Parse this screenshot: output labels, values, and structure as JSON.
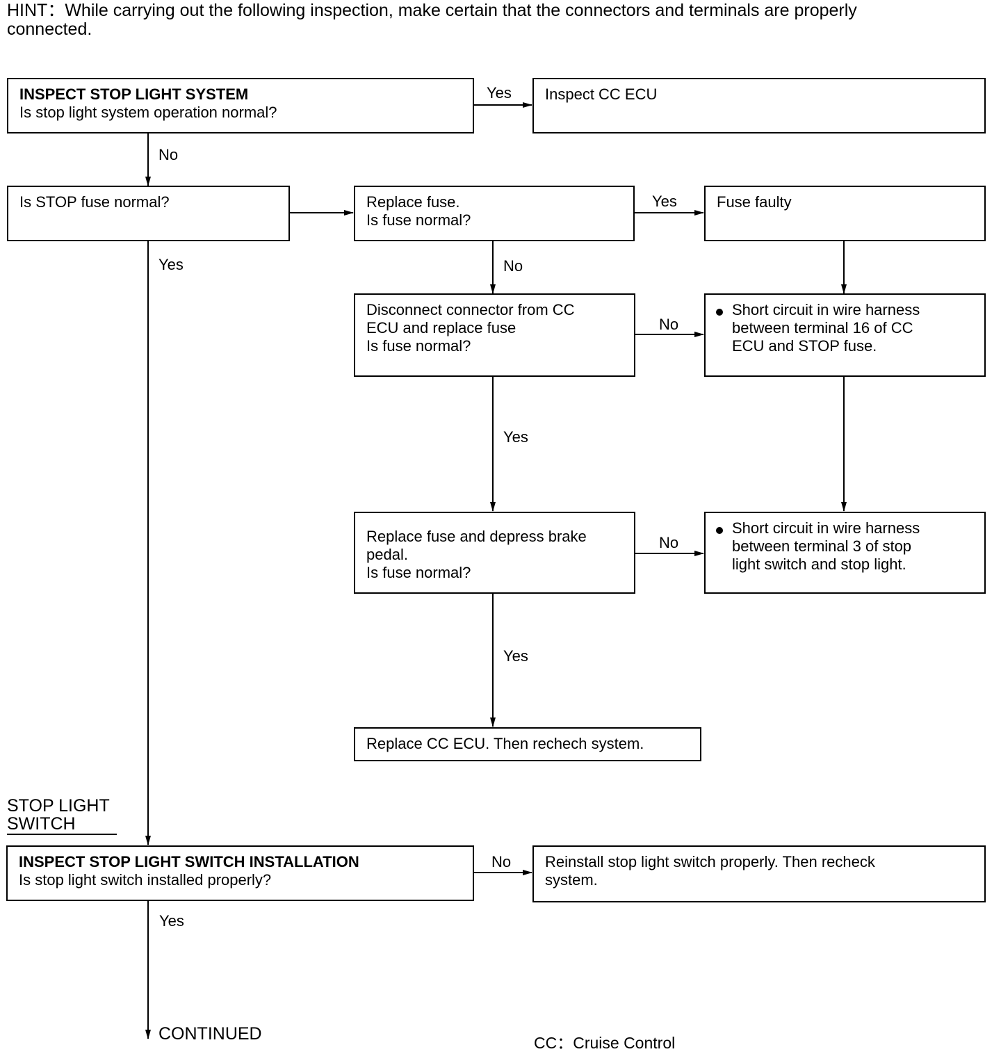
{
  "hint": "HINT：While carrying out the following inspection, make certain that the connectors and terminals are properly connected.",
  "boxes": {
    "b1": {
      "title": "INSPECT STOP LIGHT SYSTEM",
      "line1": "Is stop light system operation normal?"
    },
    "b2": {
      "line1": "Inspect CC ECU"
    },
    "b3": {
      "line1": "Is STOP fuse normal?"
    },
    "b4": {
      "line1": "Replace fuse.",
      "line2": "Is fuse normal?"
    },
    "b5": {
      "line1": "Fuse faulty"
    },
    "b6": {
      "line1": "Disconnect connector from CC",
      "line2": "ECU and replace fuse",
      "line3": "Is fuse normal?"
    },
    "b7": {
      "line1": "Short circuit in wire harness",
      "line2": "between terminal 16 of CC",
      "line3": "ECU and STOP fuse."
    },
    "b8": {
      "line1": "Replace fuse and depress brake",
      "line2": "pedal.",
      "line3": "Is fuse normal?"
    },
    "b9": {
      "line1": "Short circuit in wire harness",
      "line2": "between terminal 3 of stop",
      "line3": "light  switch and stop light."
    },
    "b10": {
      "line1": "Replace CC ECU. Then rechech system."
    },
    "b11": {
      "title": "INSPECT STOP LIGHT SWITCH INSTALLATION",
      "line1": "Is stop light switch installed properly?"
    },
    "b12": {
      "line1": "Reinstall stop light switch properly. Then recheck",
      "line2": "system."
    }
  },
  "labels": {
    "yes": "Yes",
    "no": "No"
  },
  "section_heading": {
    "line1": "STOP LIGHT",
    "line2": "SWITCH"
  },
  "continued": "CONTINUED",
  "footnote": "CC：Cruise Control"
}
